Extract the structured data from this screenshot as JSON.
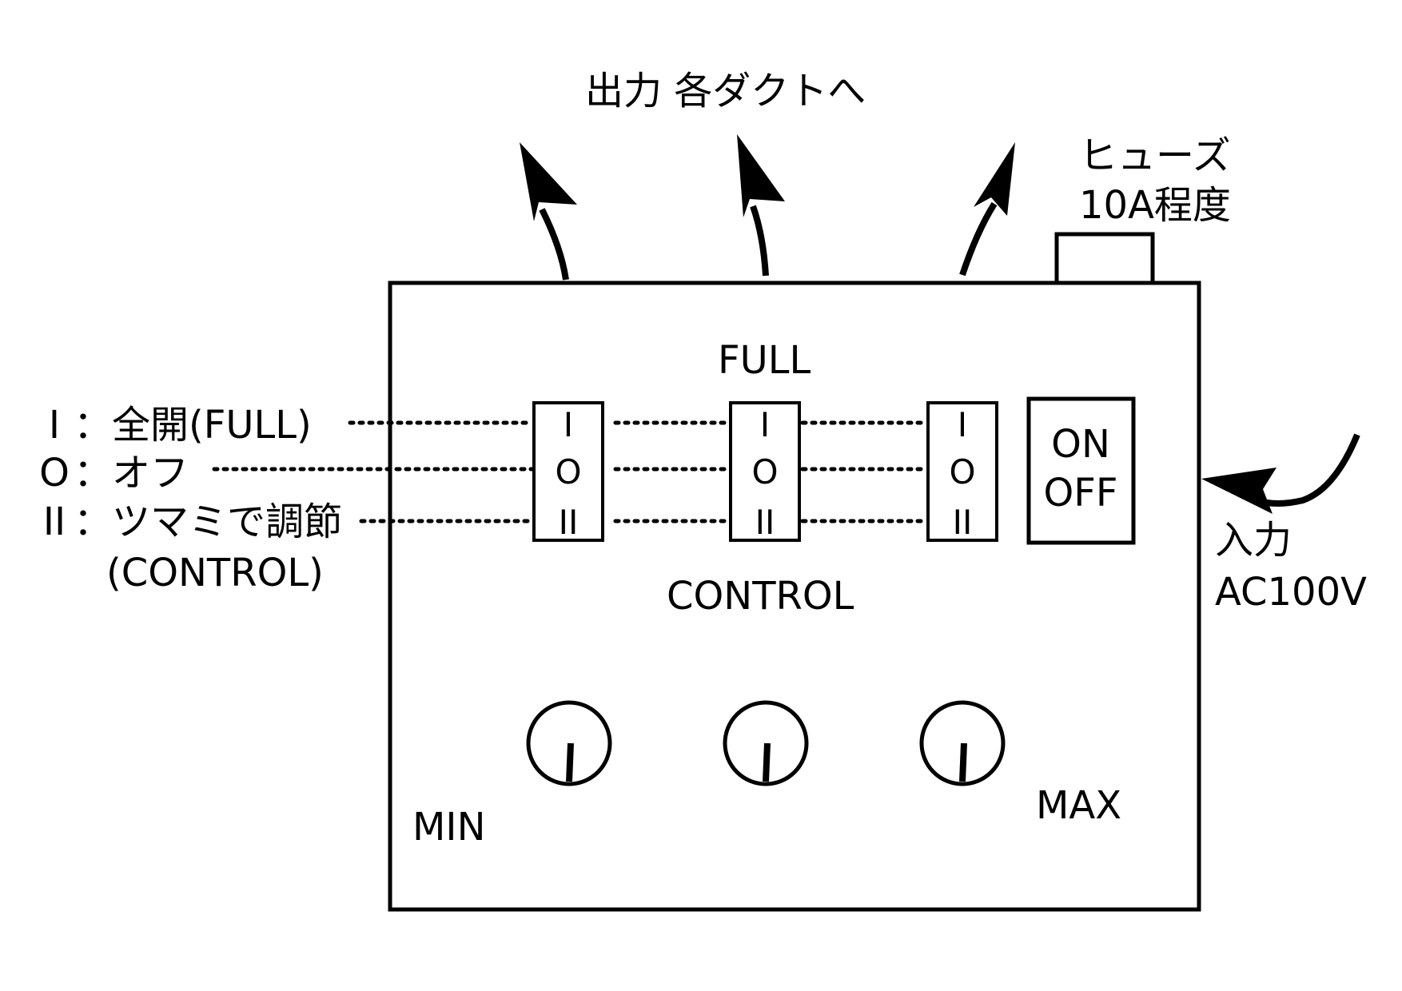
{
  "output_label": "出力 各ダクトへ",
  "fuse": {
    "line1": "ヒューズ",
    "line2": "10A程度"
  },
  "input": {
    "line1": "入力",
    "line2": "AC100V"
  },
  "legend": [
    {
      "symbol": "I",
      "text": "：全開(FULL)"
    },
    {
      "symbol": "O",
      "text": "：オフ"
    },
    {
      "symbol": "II",
      "text": "：ツマミで調節"
    }
  ],
  "legend_continuation": "(CONTROL)",
  "full_label": "FULL",
  "control_label": "CONTROL",
  "switch_marks": {
    "top": "I",
    "middle": "O",
    "bottom": "II"
  },
  "power_switch": {
    "on": "ON",
    "off": "OFF"
  },
  "min_label": "MIN",
  "max_label": "MAX",
  "switch_count": 3,
  "knob_count": 3
}
